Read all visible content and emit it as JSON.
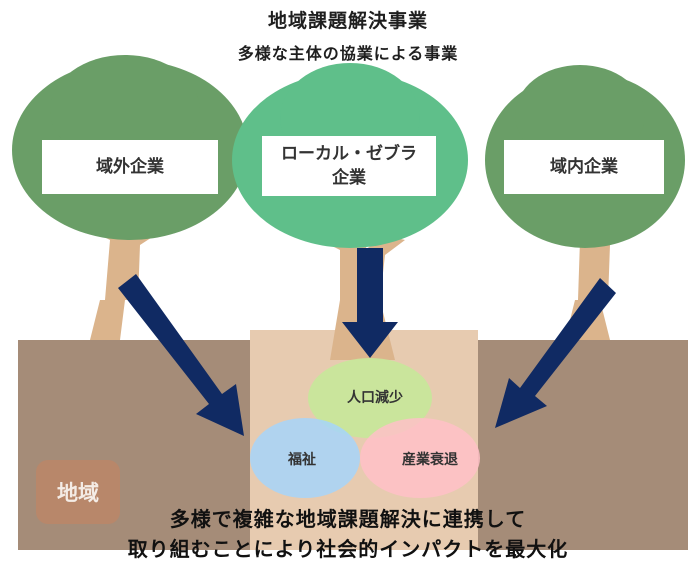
{
  "title": "地域課題解決事業",
  "subtitle": "多様な主体の協業による事業",
  "trees": {
    "left_label": "域外企業",
    "center_label_line1": "ローカル・ゼブラ",
    "center_label_line2": "企業",
    "right_label": "域内企業"
  },
  "issues": {
    "population": "人口減少",
    "welfare": "福祉",
    "industry": "産業衰退"
  },
  "region_label": "地域",
  "bottom_line1": "多様で複雑な地域課題解決に連携して",
  "bottom_line2": "取り組むことにより社会的インパクトを最大化",
  "colors": {
    "left_canopy": "#6a9e67",
    "center_canopy": "#5fbf8a",
    "right_canopy": "#6a9e67",
    "trunk": "#dbb48c",
    "ground": "#a58c78",
    "center_column": "#e7cbb0",
    "arrow": "#102a63",
    "circle_population": "#c7e89a",
    "circle_welfare": "#a6d5fa",
    "circle_industry": "#ffc1c8",
    "region_badge": "#b8876a"
  }
}
